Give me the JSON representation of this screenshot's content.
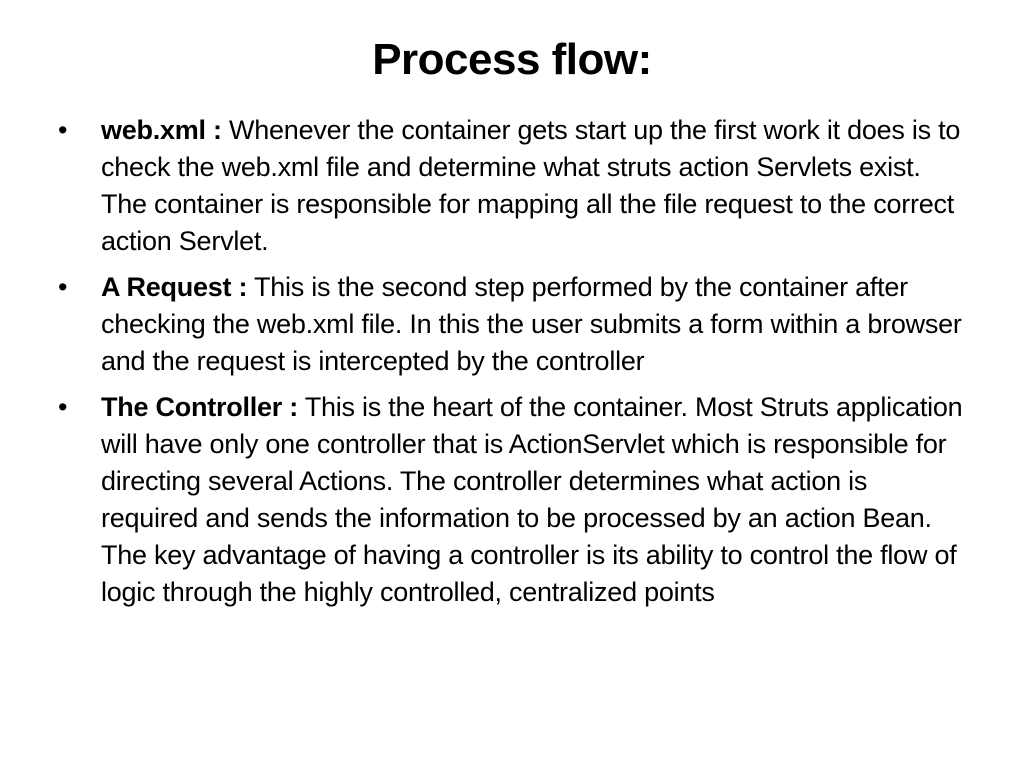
{
  "slide": {
    "title": "Process flow:",
    "bullet_symbol": "•",
    "items": [
      {
        "term": "web.xml :",
        "text": " Whenever the container gets start up the first work it does is to check the web.xml file and determine what struts action Servlets exist. The container is responsible for mapping all the file request to the correct action Servlet."
      },
      {
        "term": "A Request :",
        "text": " This is the second step performed by the container after checking the web.xml file. In this the user submits a form within a browser and the request is intercepted by the controller"
      },
      {
        "term": "The Controller :",
        "text": " This is the heart of the container. Most Struts application will have only one controller that is ActionServlet which is responsible for directing several Actions. The controller determines what action is required and sends the information to be processed by an action Bean. The key advantage of having a controller is its ability to control the flow of logic through the highly controlled, centralized points"
      }
    ]
  }
}
